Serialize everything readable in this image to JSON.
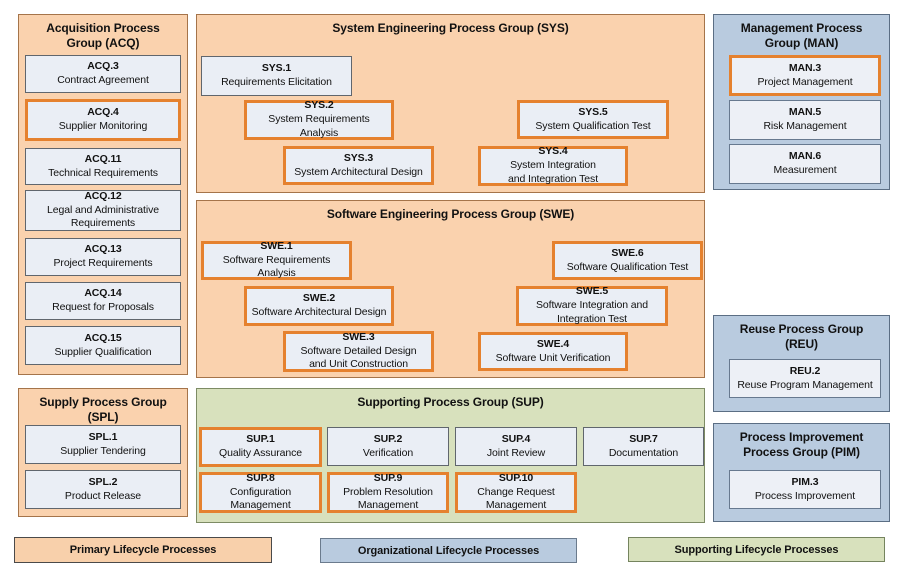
{
  "colors": {
    "page_bg": "#ffffff",
    "primary_group_bg": "#fad2ae",
    "organizational_group_bg": "#b9cbdf",
    "supporting_group_bg": "#d8e1bd",
    "process_box_bg": "#eaeef5",
    "process_box_border": "#60666d",
    "highlight_border": "#e5812e",
    "text": "#111111"
  },
  "groups": {
    "acq": {
      "title": "Acquisition Process\nGroup (ACQ)",
      "category": "primary",
      "items": [
        {
          "id": "ACQ.3",
          "name": "Contract Agreement",
          "highlighted": false
        },
        {
          "id": "ACQ.4",
          "name": "Supplier Monitoring",
          "highlighted": true
        },
        {
          "id": "ACQ.11",
          "name": "Technical Requirements",
          "highlighted": false
        },
        {
          "id": "ACQ.12",
          "name": "Legal and Administrative\nRequirements",
          "highlighted": false
        },
        {
          "id": "ACQ.13",
          "name": "Project Requirements",
          "highlighted": false
        },
        {
          "id": "ACQ.14",
          "name": "Request for Proposals",
          "highlighted": false
        },
        {
          "id": "ACQ.15",
          "name": "Supplier Qualification",
          "highlighted": false
        }
      ]
    },
    "spl": {
      "title": "Supply Process Group\n(SPL)",
      "category": "primary",
      "items": [
        {
          "id": "SPL.1",
          "name": "Supplier Tendering",
          "highlighted": false
        },
        {
          "id": "SPL.2",
          "name": "Product Release",
          "highlighted": false
        }
      ]
    },
    "sys": {
      "title": "System Engineering Process Group (SYS)",
      "category": "primary",
      "items": [
        {
          "id": "SYS.1",
          "name": "Requirements Elicitation",
          "highlighted": false
        },
        {
          "id": "SYS.2",
          "name": "System Requirements Analysis",
          "highlighted": true
        },
        {
          "id": "SYS.3",
          "name": "System Architectural Design",
          "highlighted": true
        },
        {
          "id": "SYS.4",
          "name": "System Integration\nand Integration Test",
          "highlighted": true
        },
        {
          "id": "SYS.5",
          "name": "System Qualification Test",
          "highlighted": true
        }
      ]
    },
    "swe": {
      "title": "Software Engineering Process Group (SWE)",
      "category": "primary",
      "items": [
        {
          "id": "SWE.1",
          "name": "Software Requirements Analysis",
          "highlighted": true
        },
        {
          "id": "SWE.2",
          "name": "Software Architectural Design",
          "highlighted": true
        },
        {
          "id": "SWE.3",
          "name": "Software Detailed Design\nand Unit Construction",
          "highlighted": true
        },
        {
          "id": "SWE.4",
          "name": "Software Unit Verification",
          "highlighted": true
        },
        {
          "id": "SWE.5",
          "name": "Software Integration and\nIntegration Test",
          "highlighted": true
        },
        {
          "id": "SWE.6",
          "name": "Software Qualification Test",
          "highlighted": true
        }
      ]
    },
    "sup": {
      "title": "Supporting Process Group (SUP)",
      "category": "supporting",
      "items": [
        {
          "id": "SUP.1",
          "name": "Quality Assurance",
          "highlighted": true
        },
        {
          "id": "SUP.2",
          "name": "Verification",
          "highlighted": false
        },
        {
          "id": "SUP.4",
          "name": "Joint Review",
          "highlighted": false
        },
        {
          "id": "SUP.7",
          "name": "Documentation",
          "highlighted": false
        },
        {
          "id": "SUP.8",
          "name": "Configuration Management",
          "highlighted": true
        },
        {
          "id": "SUP.9",
          "name": "Problem Resolution\nManagement",
          "highlighted": true
        },
        {
          "id": "SUP.10",
          "name": "Change Request\nManagement",
          "highlighted": true
        }
      ]
    },
    "man": {
      "title": "Management Process\nGroup (MAN)",
      "category": "organizational",
      "items": [
        {
          "id": "MAN.3",
          "name": "Project Management",
          "highlighted": true
        },
        {
          "id": "MAN.5",
          "name": "Risk Management",
          "highlighted": false
        },
        {
          "id": "MAN.6",
          "name": "Measurement",
          "highlighted": false
        }
      ]
    },
    "reu": {
      "title": "Reuse Process Group\n(REU)",
      "category": "organizational",
      "items": [
        {
          "id": "REU.2",
          "name": "Reuse Program Management",
          "highlighted": false
        }
      ]
    },
    "pim": {
      "title": "Process Improvement\nProcess Group (PIM)",
      "category": "organizational",
      "items": [
        {
          "id": "PIM.3",
          "name": "Process Improvement",
          "highlighted": false
        }
      ]
    }
  },
  "legend": [
    {
      "label": "Primary Lifecycle Processes",
      "category": "primary"
    },
    {
      "label": "Organizational Lifecycle Processes",
      "category": "organizational"
    },
    {
      "label": "Supporting Lifecycle Processes",
      "category": "supporting"
    }
  ]
}
